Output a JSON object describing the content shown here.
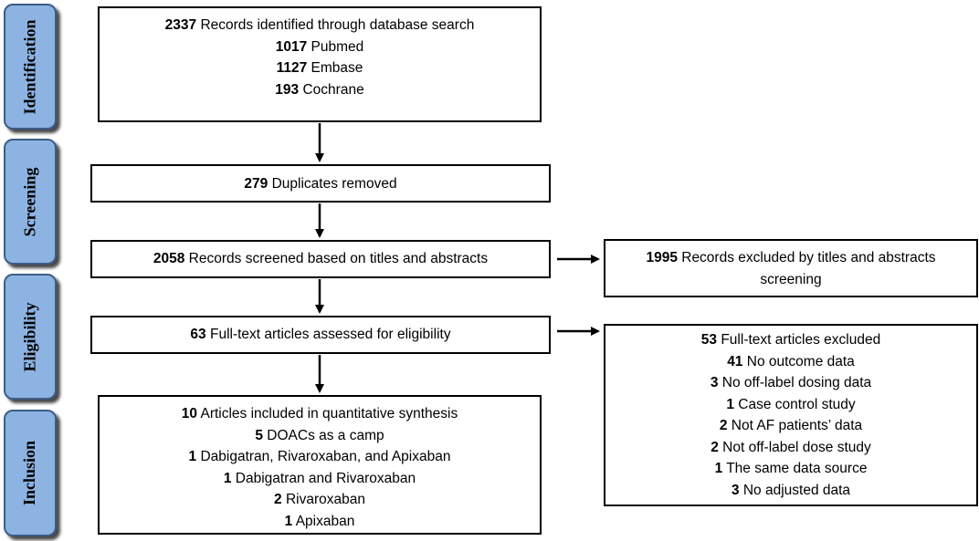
{
  "phases": {
    "identification": "Identification",
    "screening": "Screening",
    "eligibility": "Eligibility",
    "inclusion": "Inclusion"
  },
  "boxes": {
    "identified": [
      {
        "num": "2337",
        "text": " Records identified through database search"
      },
      {
        "num": "1017",
        "text": " Pubmed"
      },
      {
        "num": "1127",
        "text": " Embase"
      },
      {
        "num": "193",
        "text": " Cochrane"
      }
    ],
    "duplicates": {
      "num": "279",
      "text": " Duplicates removed"
    },
    "screened": {
      "num": "2058",
      "text": " Records screened based on titles and abstracts"
    },
    "excluded_screening": {
      "num": "1995",
      "text": " Records excluded by titles and abstracts screening"
    },
    "fulltext": {
      "num": "63",
      "text": " Full-text articles assessed for eligibility"
    },
    "excluded_fulltext": [
      {
        "num": "53",
        "text": " Full-text articles excluded"
      },
      {
        "num": "41",
        "text": " No outcome data"
      },
      {
        "num": "3",
        "text": " No off-label dosing data"
      },
      {
        "num": "1",
        "text": " Case control study"
      },
      {
        "num": "2",
        "text": " Not AF patients’ data"
      },
      {
        "num": "2",
        "text": " Not off-label dose study"
      },
      {
        "num": "1",
        "text": " The same data source"
      },
      {
        "num": "3",
        "text": " No adjusted data"
      }
    ],
    "included": [
      {
        "num": "10",
        "text": " Articles included in quantitative synthesis"
      },
      {
        "num": "5",
        "text": " DOACs as a camp"
      },
      {
        "num": "1",
        "text": " Dabigatran, Rivaroxaban, and Apixaban"
      },
      {
        "num": "1",
        "text": " Dabigatran and Rivaroxaban"
      },
      {
        "num": "2",
        "text": " Rivaroxaban"
      },
      {
        "num": "1",
        "text": " Apixaban"
      }
    ]
  }
}
